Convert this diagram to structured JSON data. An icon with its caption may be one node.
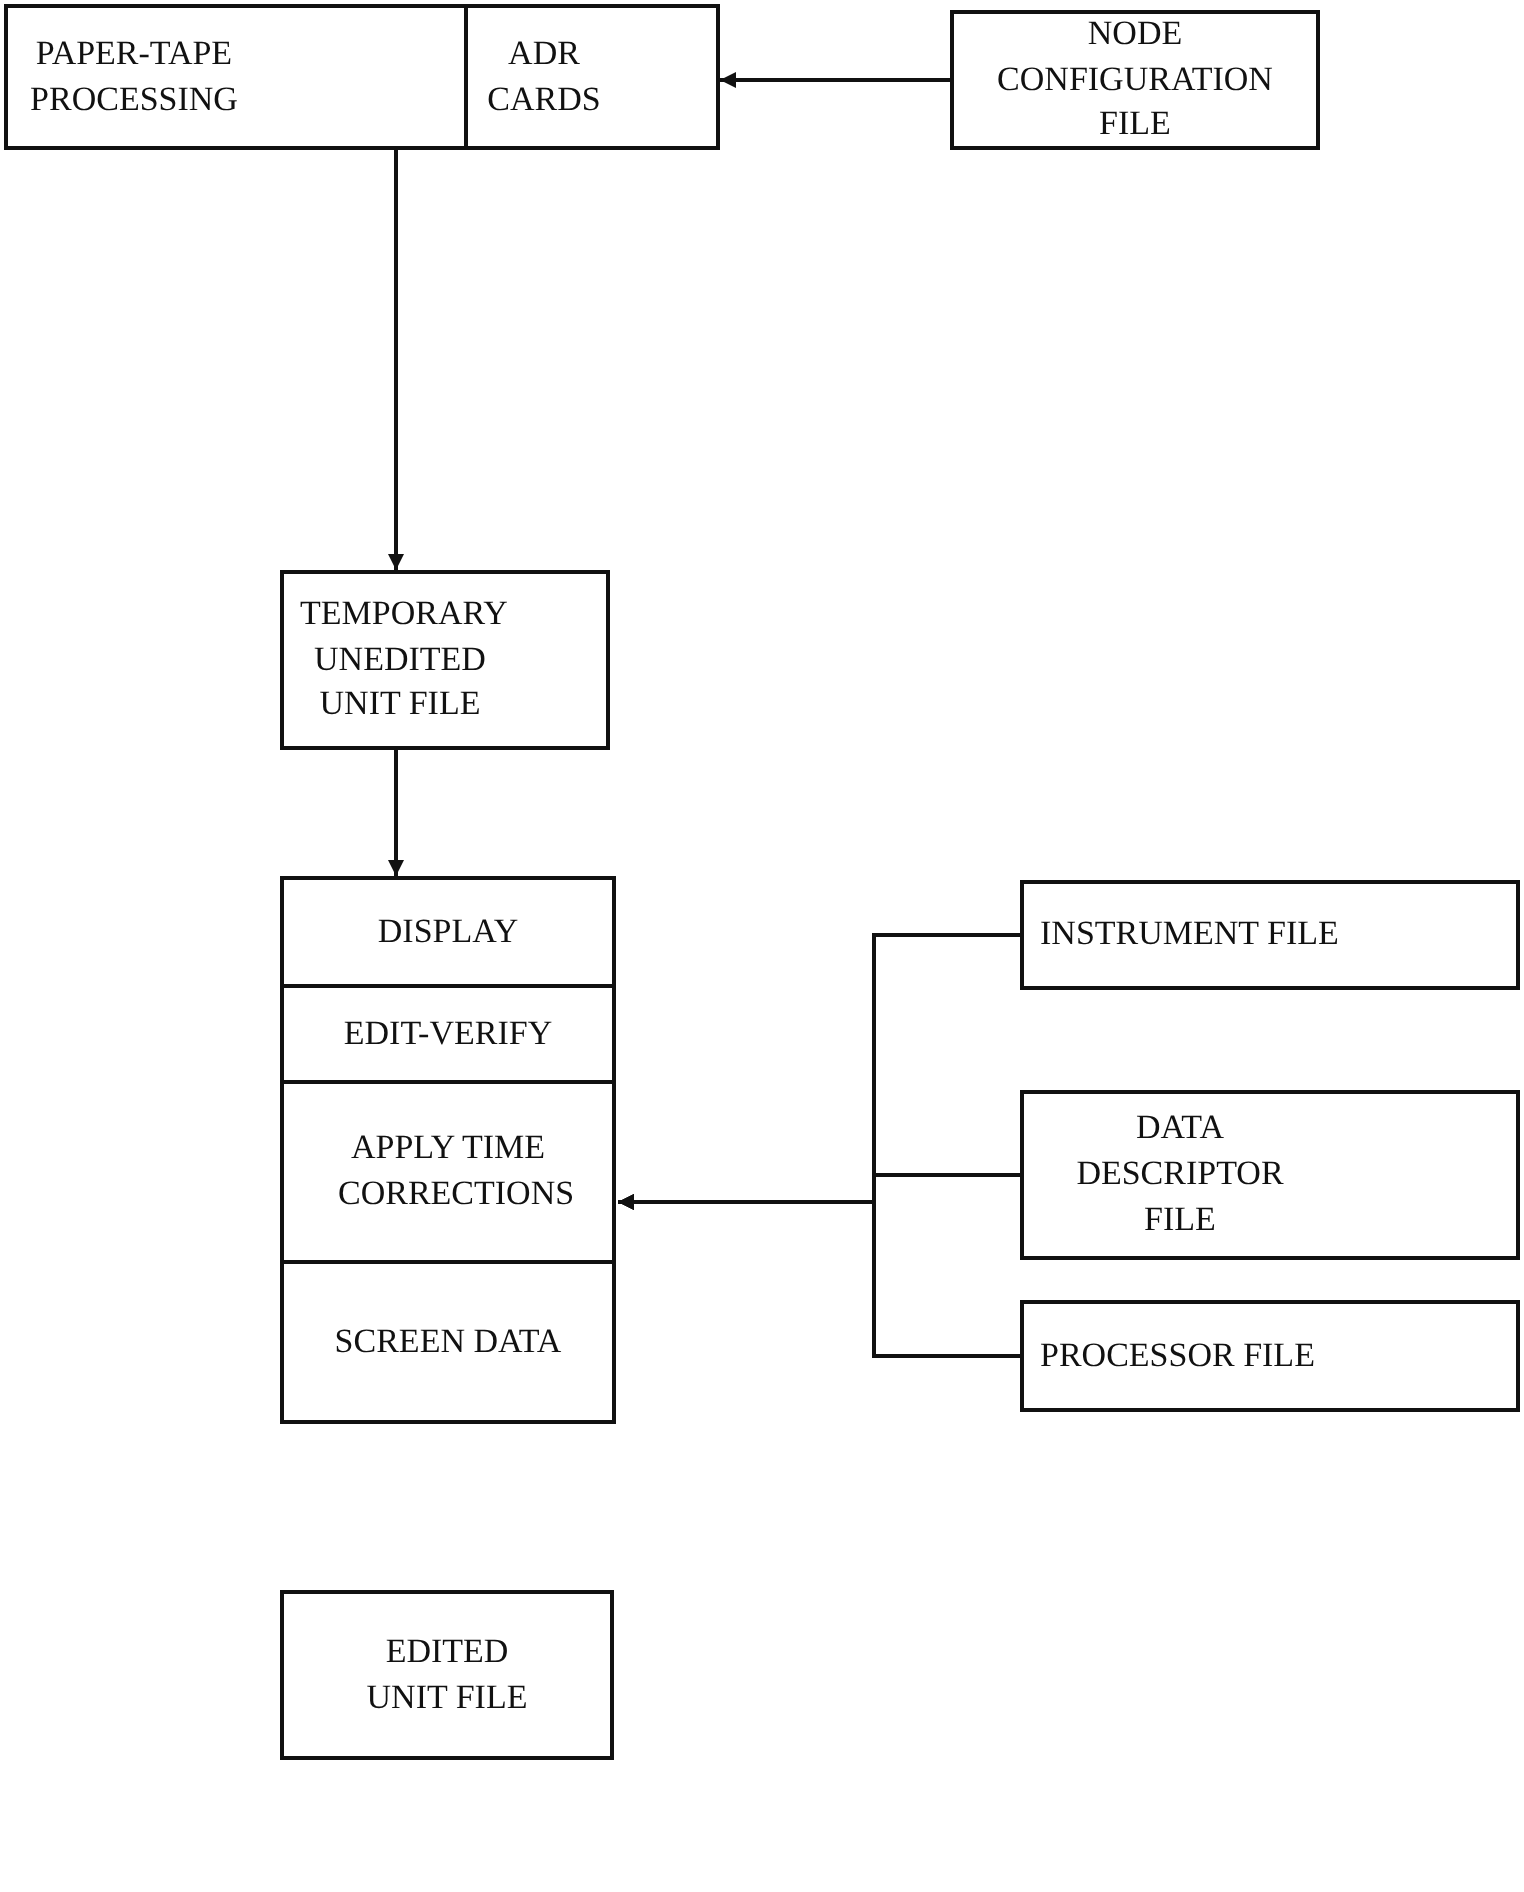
{
  "diagram": {
    "nodes": [
      {
        "text": [
          "PAPER-TAPE PROCESSING"
        ]
      },
      {
        "text": [
          "ADR CARDS"
        ]
      },
      {
        "text": [
          "NODE CONFIGURATION FILE"
        ]
      },
      {
        "text": [
          "TEMPORARY UNEDITED UNIT FILE"
        ]
      },
      {
        "text": [
          "DISPLAY"
        ]
      },
      {
        "text": [
          "EDIT-VERIFY"
        ]
      },
      {
        "text": [
          "APPLY TIME CORRECTIONS"
        ]
      },
      {
        "text": [
          "SCREEN DATA"
        ]
      },
      {
        "text": [
          "EDITED UNIT FILE"
        ]
      },
      {
        "text": [
          "INSTRUMENT FILE"
        ]
      },
      {
        "text": [
          "DATA DESCRIPTOR FILE"
        ]
      },
      {
        "text": [
          "PROCESSOR FILE"
        ]
      }
    ],
    "edges": [
      {
        "from": 2,
        "to": 1,
        "arrow": "to"
      },
      {
        "from": 0,
        "to": 3,
        "arrow": "to"
      },
      {
        "from": 3,
        "to": 4,
        "arrow": "to"
      },
      {
        "from": 9,
        "to": 6,
        "arrow": "to"
      },
      {
        "from": 10,
        "to": 6,
        "arrow": "to"
      },
      {
        "from": 11,
        "to": 6,
        "arrow": "to"
      }
    ]
  }
}
